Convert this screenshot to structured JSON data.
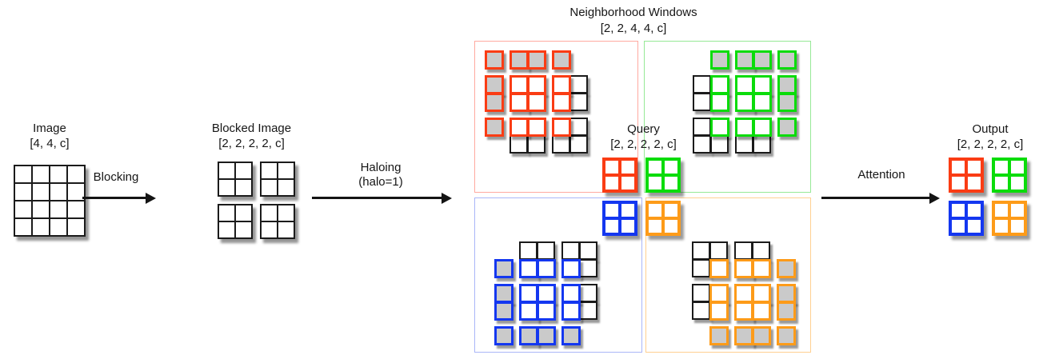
{
  "stages": {
    "image": {
      "title": "Image",
      "shape": "[4, 4, c]"
    },
    "blocked_image": {
      "title": "Blocked Image",
      "shape": "[2, 2, 2, 2, c]"
    },
    "neighborhood_windows": {
      "title": "Neighborhood Windows",
      "shape": "[2, 2, 4, 4, c]"
    },
    "query": {
      "title": "Query",
      "shape": "[2, 2, 2, 2, c]"
    },
    "output": {
      "title": "Output",
      "shape": "[2, 2, 2, 2, c]"
    }
  },
  "arrows": {
    "blocking": {
      "label": "Blocking"
    },
    "haloing": {
      "label_line1": "Haloing",
      "label_line2": "(halo=1)"
    },
    "attention": {
      "label": "Attention"
    }
  },
  "colors": {
    "red": "#FA3C14",
    "green": "#0ADC0A",
    "blue": "#1437F0",
    "orange": "#FD9B19",
    "light_red": "#FFAAA0",
    "light_green": "#96E996",
    "light_blue": "#AAB6F8",
    "light_orange": "#FFD091",
    "halo_fill": "#CACACA",
    "line_black": "#1B1B1B",
    "cell_fill": "#FFFFFF"
  },
  "windows": {
    "top_left": {
      "color": "red",
      "col_gaps": [
        0,
        2
      ],
      "row_gaps": [
        0,
        2
      ],
      "matrix": [
        "HHHH.",
        "HWWWK",
        "HWWWK",
        "HWWWK",
        ".KKKK"
      ]
    },
    "top_right": {
      "color": "green",
      "col_gaps": [
        1,
        3
      ],
      "row_gaps": [
        0,
        2
      ],
      "matrix": [
        ".HHHH",
        "KWWWH",
        "KWWWH",
        "KWWWH",
        "KKKK."
      ]
    },
    "bottom_left": {
      "color": "blue",
      "col_gaps": [
        0,
        2
      ],
      "row_gaps": [
        1,
        3
      ],
      "matrix": [
        ".KKKK",
        "HWWWK",
        "HWWWK",
        "HWWWK",
        "HHHH."
      ]
    },
    "bottom_right": {
      "color": "orange",
      "col_gaps": [
        1,
        3
      ],
      "row_gaps": [
        1,
        3
      ],
      "matrix": [
        "KKKK.",
        "KWWWH",
        "KWWWH",
        "KWWWH",
        ".HHHH"
      ]
    }
  },
  "query_blocks": [
    "red",
    "green",
    "blue",
    "orange"
  ],
  "output_blocks": [
    "red",
    "green",
    "blue",
    "orange"
  ]
}
